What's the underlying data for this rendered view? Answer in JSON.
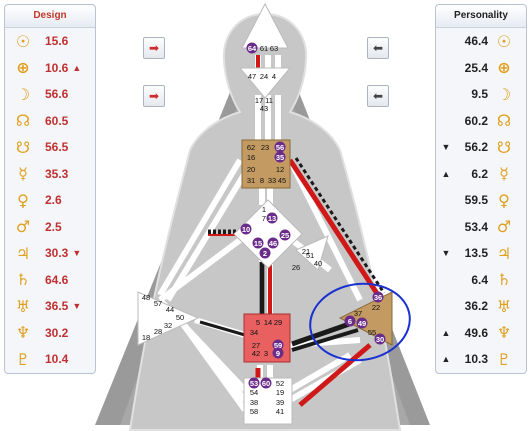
{
  "design": {
    "title": "Design",
    "rows": [
      {
        "glyph": "☉",
        "value": "15.6",
        "arrow": ""
      },
      {
        "glyph": "⊕",
        "value": "10.6",
        "arrow": "▲"
      },
      {
        "glyph": "☽",
        "value": "56.6",
        "arrow": ""
      },
      {
        "glyph": "☊",
        "value": "60.5",
        "arrow": ""
      },
      {
        "glyph": "☋",
        "value": "56.5",
        "arrow": ""
      },
      {
        "glyph": "☿",
        "value": "35.3",
        "arrow": ""
      },
      {
        "glyph": "♀",
        "value": "2.6",
        "arrow": ""
      },
      {
        "glyph": "♂",
        "value": "2.5",
        "arrow": ""
      },
      {
        "glyph": "♃",
        "value": "30.3",
        "arrow": "▼"
      },
      {
        "glyph": "♄",
        "value": "64.6",
        "arrow": ""
      },
      {
        "glyph": "♅",
        "value": "36.5",
        "arrow": "▼"
      },
      {
        "glyph": "♆",
        "value": "30.2",
        "arrow": ""
      },
      {
        "glyph": "♇",
        "value": "10.4",
        "arrow": ""
      }
    ]
  },
  "personality": {
    "title": "Personality",
    "rows": [
      {
        "glyph": "☉",
        "value": "46.4",
        "arrow": ""
      },
      {
        "glyph": "⊕",
        "value": "25.4",
        "arrow": ""
      },
      {
        "glyph": "☽",
        "value": "9.5",
        "arrow": ""
      },
      {
        "glyph": "☊",
        "value": "60.2",
        "arrow": ""
      },
      {
        "glyph": "☋",
        "value": "56.2",
        "arrow": "▼"
      },
      {
        "glyph": "☿",
        "value": "6.2",
        "arrow": "▲"
      },
      {
        "glyph": "♀",
        "value": "59.5",
        "arrow": ""
      },
      {
        "glyph": "♂",
        "value": "53.4",
        "arrow": ""
      },
      {
        "glyph": "♃",
        "value": "13.5",
        "arrow": "▼"
      },
      {
        "glyph": "♄",
        "value": "6.4",
        "arrow": ""
      },
      {
        "glyph": "♅",
        "value": "36.2",
        "arrow": ""
      },
      {
        "glyph": "♆",
        "value": "49.6",
        "arrow": "▲"
      },
      {
        "glyph": "♇",
        "value": "10.3",
        "arrow": "▲"
      }
    ]
  },
  "nav": {
    "red_glyph": "➡",
    "grey_glyph": "⬅"
  },
  "centers": {
    "head": [
      "64",
      "61",
      "63"
    ],
    "ajna": [
      "47",
      "24",
      "4",
      "17",
      "11",
      "43"
    ],
    "throat": [
      "62",
      "23",
      "56",
      "16",
      "35",
      "20",
      "12",
      "31",
      "8",
      "33",
      "45"
    ],
    "g": [
      "1",
      "7",
      "13",
      "10",
      "25",
      "15",
      "46",
      "2"
    ],
    "heart": [
      "21",
      "26",
      "51",
      "40"
    ],
    "spleen": [
      "48",
      "57",
      "44",
      "50",
      "32",
      "28",
      "18"
    ],
    "sacral": [
      "5",
      "14",
      "29",
      "34",
      "27",
      "42",
      "3",
      "59",
      "9"
    ],
    "solar_plexus": [
      "36",
      "22",
      "37",
      "6",
      "49",
      "55",
      "30"
    ],
    "root": [
      "53",
      "60",
      "52",
      "54",
      "19",
      "38",
      "39",
      "58",
      "41"
    ]
  },
  "colors": {
    "design_red": "#c03030",
    "planet_gold": "#e0a020",
    "active_purple": "#6a2c8a",
    "center_tan": "#c39a62",
    "sacral_red": "#e86060",
    "annotation_blue": "#1a30d0"
  }
}
